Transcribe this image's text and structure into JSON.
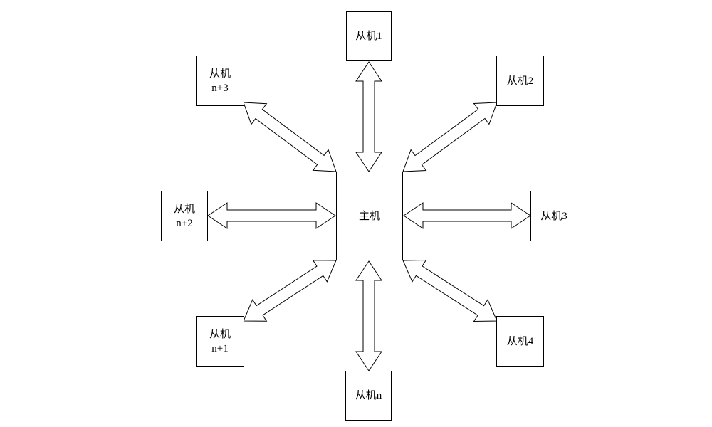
{
  "diagram": {
    "master": {
      "label": "主机"
    },
    "slaves": [
      {
        "id": "1",
        "lines": [
          "从机1"
        ]
      },
      {
        "id": "2",
        "lines": [
          "从机2"
        ]
      },
      {
        "id": "3",
        "lines": [
          "从机3"
        ]
      },
      {
        "id": "4",
        "lines": [
          "从机4"
        ]
      },
      {
        "id": "n",
        "lines": [
          "从机n"
        ]
      },
      {
        "id": "n+1",
        "lines": [
          "从机",
          "n+1"
        ]
      },
      {
        "id": "n+2",
        "lines": [
          "从机",
          "n+2"
        ]
      },
      {
        "id": "n+3",
        "lines": [
          "从机",
          "n+3"
        ]
      }
    ],
    "connection": "bidirectional",
    "colors": {
      "stroke": "#000000",
      "fill": "#ffffff"
    }
  }
}
